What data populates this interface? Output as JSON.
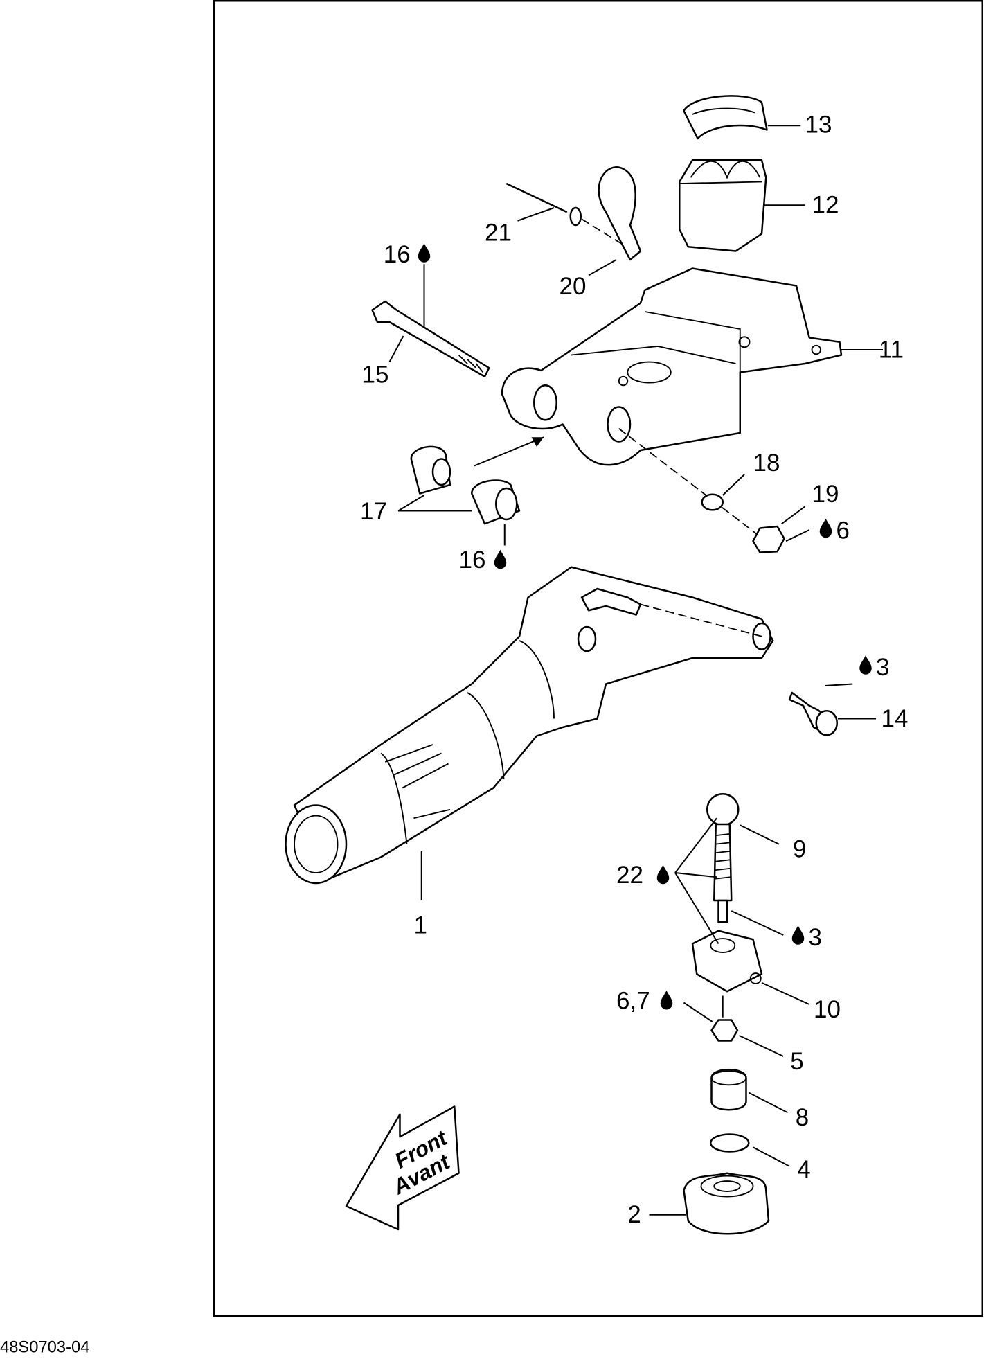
{
  "diagram": {
    "figure_code": "48S0703-04",
    "direction_arrow": {
      "line1": "Front",
      "line2": "Avant"
    },
    "callouts": [
      {
        "id": "c13",
        "text": "13",
        "drop": "none"
      },
      {
        "id": "c12",
        "text": "12",
        "drop": "none"
      },
      {
        "id": "c21",
        "text": "21",
        "drop": "none"
      },
      {
        "id": "c16a",
        "text": "16",
        "drop": "after"
      },
      {
        "id": "c20",
        "text": "20",
        "drop": "none"
      },
      {
        "id": "c11",
        "text": "11",
        "drop": "none"
      },
      {
        "id": "c15",
        "text": "15",
        "drop": "none"
      },
      {
        "id": "c18",
        "text": "18",
        "drop": "none"
      },
      {
        "id": "c19",
        "text": "19",
        "drop": "none"
      },
      {
        "id": "c17",
        "text": "17",
        "drop": "none"
      },
      {
        "id": "c6a",
        "text": "6",
        "drop": "before"
      },
      {
        "id": "c16b",
        "text": "16",
        "drop": "after"
      },
      {
        "id": "c3a",
        "text": "3",
        "drop": "before"
      },
      {
        "id": "c14",
        "text": "14",
        "drop": "none"
      },
      {
        "id": "c9",
        "text": "9",
        "drop": "none"
      },
      {
        "id": "c22",
        "text": "22",
        "drop": "after"
      },
      {
        "id": "c1",
        "text": "1",
        "drop": "none"
      },
      {
        "id": "c3b",
        "text": "3",
        "drop": "before"
      },
      {
        "id": "c10",
        "text": "10",
        "drop": "none"
      },
      {
        "id": "c67",
        "text": "6,7",
        "drop": "after"
      },
      {
        "id": "c5",
        "text": "5",
        "drop": "none"
      },
      {
        "id": "c8",
        "text": "8",
        "drop": "none"
      },
      {
        "id": "c4",
        "text": "4",
        "drop": "none"
      },
      {
        "id": "c2",
        "text": "2",
        "drop": "none"
      }
    ],
    "drop_icon": "liquid-drop-icon"
  }
}
